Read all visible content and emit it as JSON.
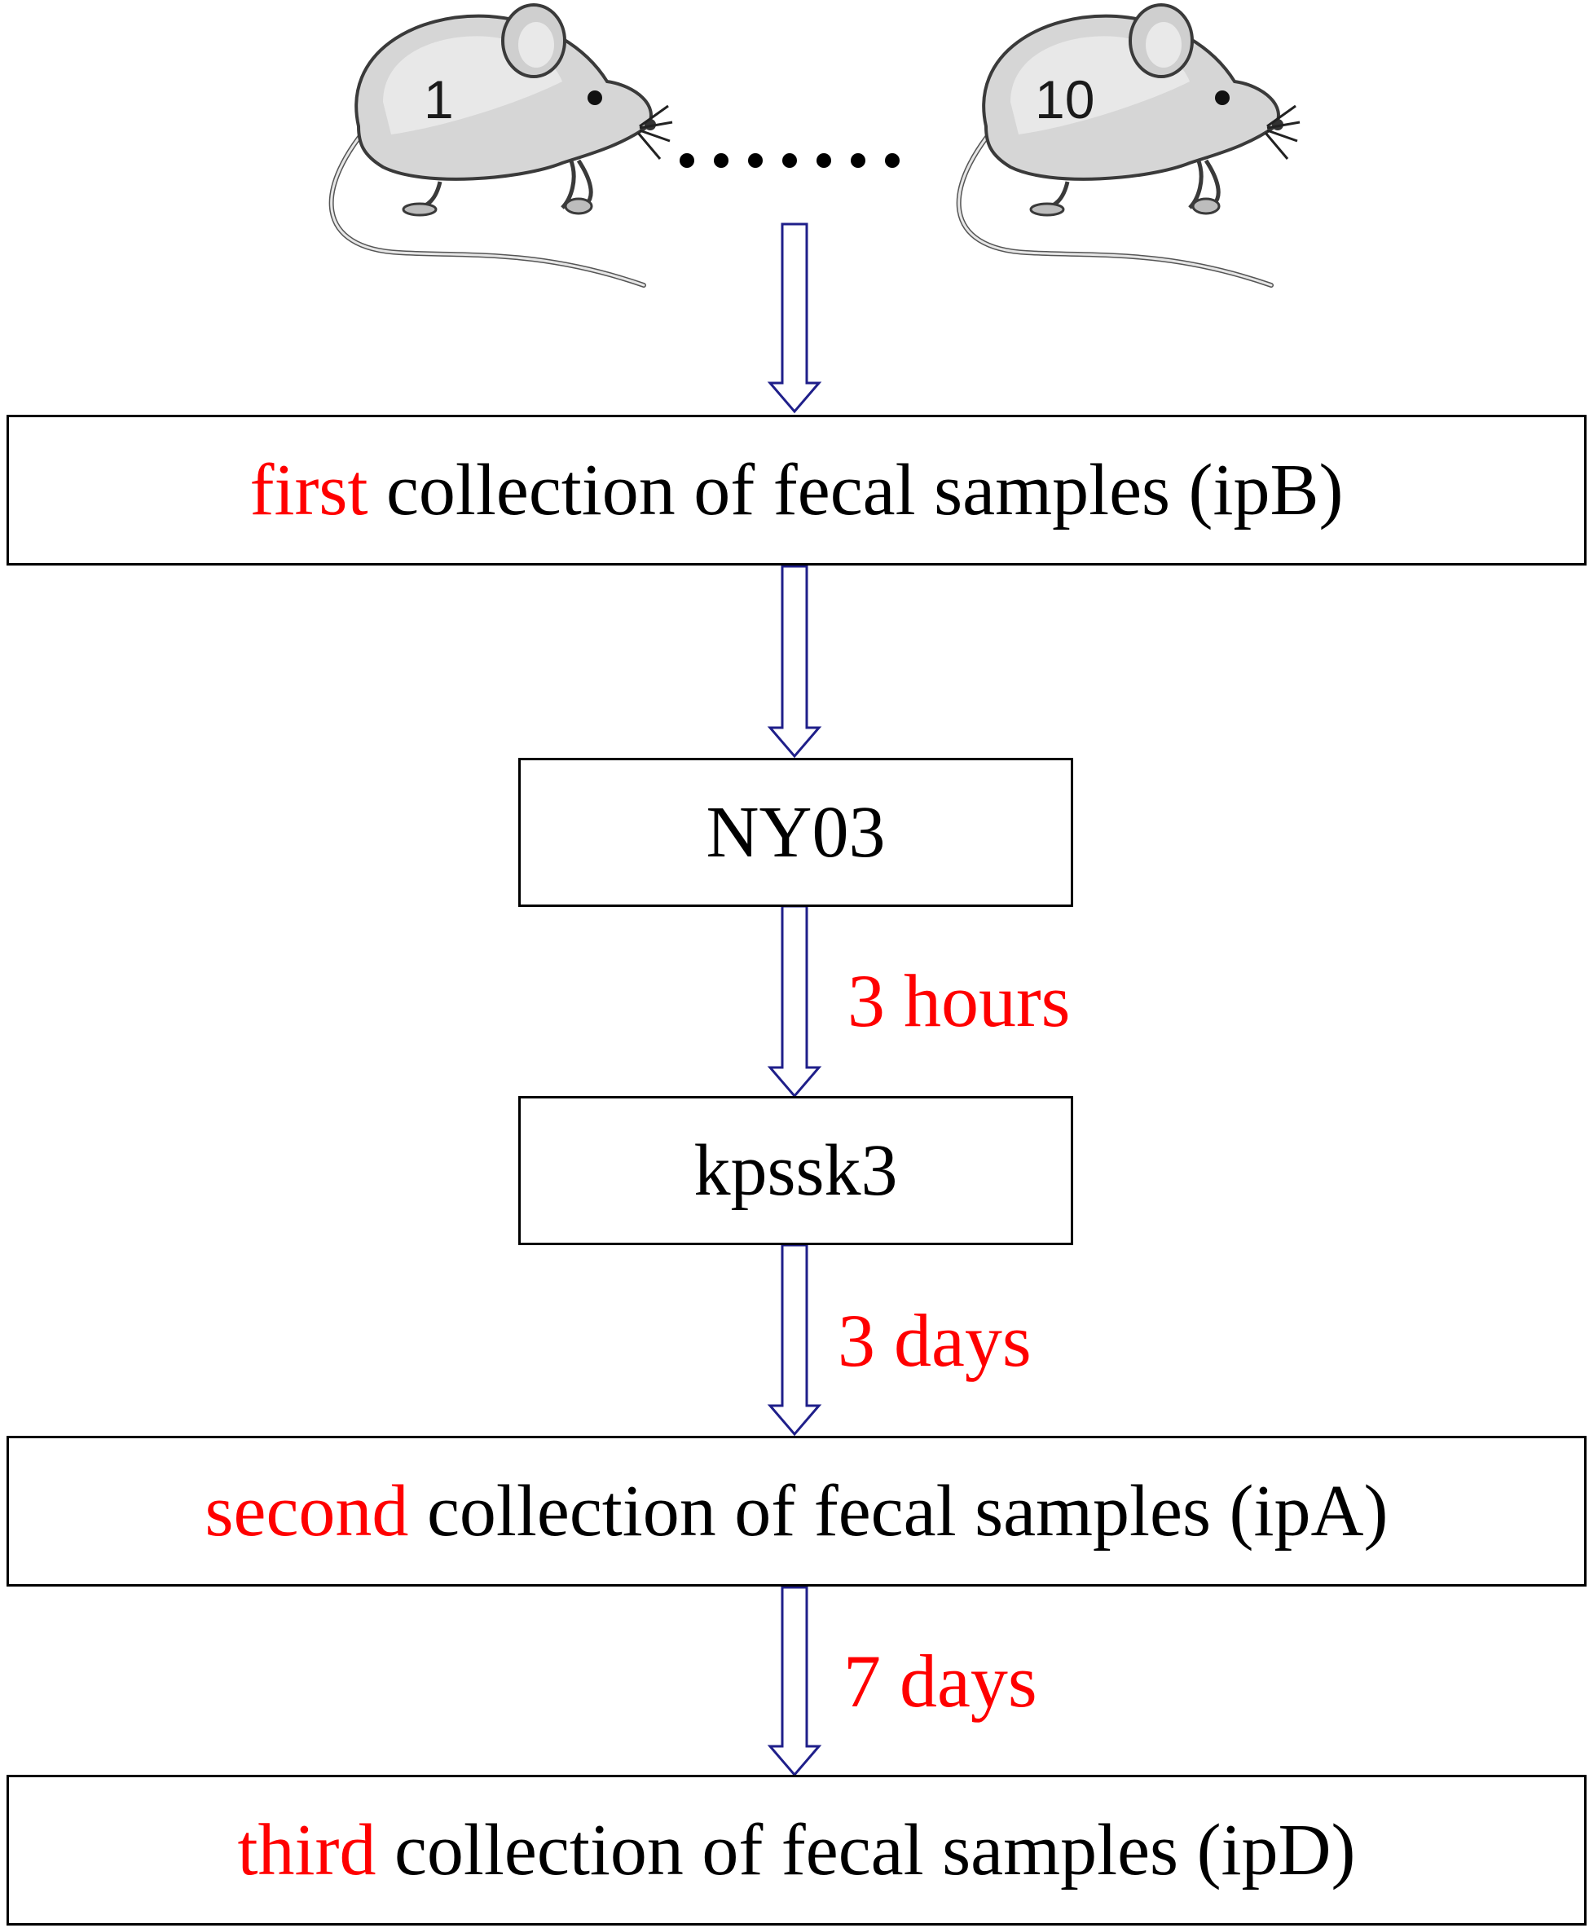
{
  "colors": {
    "highlight": "#ff0000",
    "arrow": "#1f1f8a",
    "box_border": "#000000",
    "mouse_body": "#d9d9d9"
  },
  "mice": {
    "first_label": "1",
    "last_label": "10",
    "icon": "mouse-icon"
  },
  "steps": {
    "first": {
      "highlight": "first",
      "rest": " collection of fecal samples (ipB)"
    },
    "ny03": {
      "label": "NY03"
    },
    "kpssk3": {
      "label": "kpssk3"
    },
    "second": {
      "highlight": "second",
      "rest": " collection of fecal samples (ipA)"
    },
    "third": {
      "highlight": "third",
      "rest": " collection of fecal samples (ipD)"
    }
  },
  "intervals": {
    "ny03_to_kpssk3": "3 hours",
    "kpssk3_to_second": "3 days",
    "second_to_third": "7 days"
  }
}
